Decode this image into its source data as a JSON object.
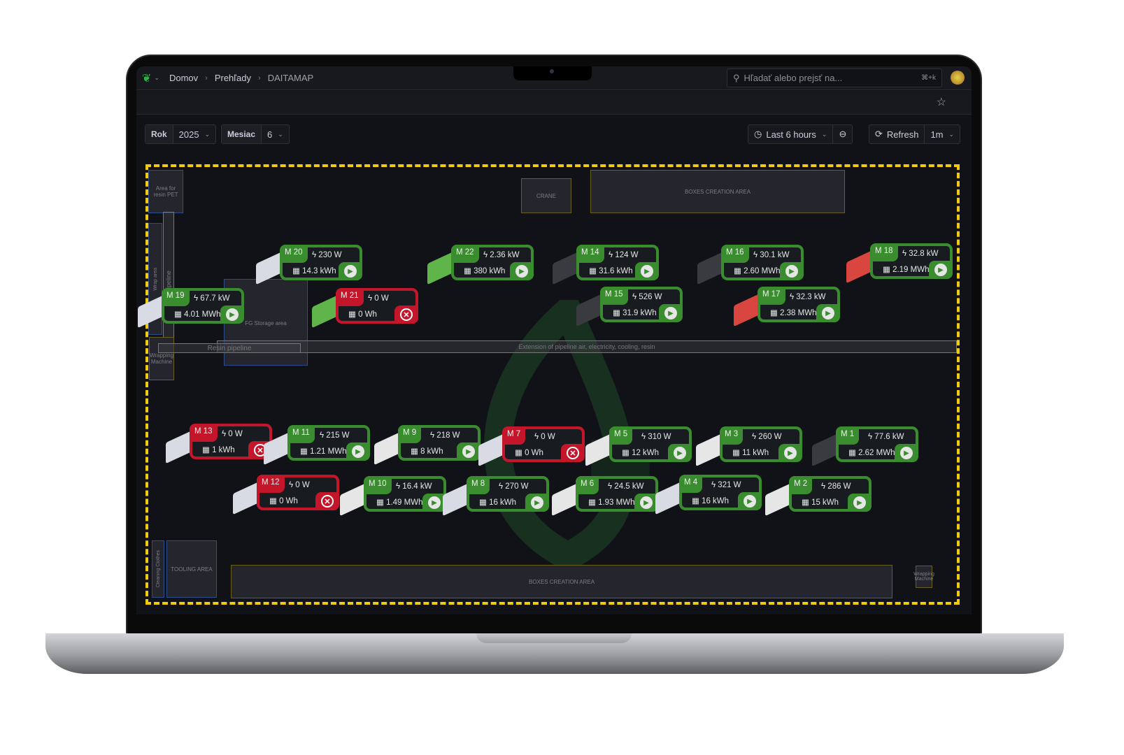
{
  "topbar": {
    "breadcrumb": [
      "Domov",
      "Prehľady",
      "DAITAMAP"
    ],
    "search_placeholder": "Hľadať alebo prejsť na...",
    "search_shortcut": "⌘+k"
  },
  "controls": {
    "year_label": "Rok",
    "year_value": "2025",
    "month_label": "Mesiac",
    "month_value": "6",
    "time_range": "Last 6 hours",
    "refresh_label": "Refresh",
    "refresh_interval": "1m"
  },
  "zones": {
    "resin_area": "Area for resin PET",
    "wrap_area": "Wrap area",
    "pipeline": "pipeline",
    "wrapping_machine": "Wrapping Machine",
    "fg_storage": "FG Storage area",
    "resin_pipeline": "Resin pipeline",
    "extension": "Extension of pipeline air, electricity, cooling, resin",
    "crane": "CRANE",
    "boxes_top": "BOXES CREATION AREA",
    "boxes_bottom": "BOXES CREATION AREA",
    "cleaning": "Cleaning Clothes",
    "tooling": "TOOLING AREA",
    "wrapping_machine_right": "Wrapping Machine"
  },
  "colors": {
    "running": "#3a8d2f",
    "stopped": "#c4162a",
    "map_border": "#f2cc0c"
  },
  "machines": [
    {
      "name": "M 20",
      "power": "230 W",
      "energy": "14.3 kWh",
      "status": "running"
    },
    {
      "name": "M 19",
      "power": "67.7 kW",
      "energy": "4.01 MWh",
      "status": "running"
    },
    {
      "name": "M 21",
      "power": "0 W",
      "energy": "0 Wh",
      "status": "stopped"
    },
    {
      "name": "M 22",
      "power": "2.36 kW",
      "energy": "380 kWh",
      "status": "running"
    },
    {
      "name": "M 14",
      "power": "124 W",
      "energy": "31.6 kWh",
      "status": "running"
    },
    {
      "name": "M 15",
      "power": "526 W",
      "energy": "31.9 kWh",
      "status": "running"
    },
    {
      "name": "M 16",
      "power": "30.1 kW",
      "energy": "2.60 MWh",
      "status": "running"
    },
    {
      "name": "M 17",
      "power": "32.3 kW",
      "energy": "2.38 MWh",
      "status": "running"
    },
    {
      "name": "M 18",
      "power": "32.8 kW",
      "energy": "2.19 MWh",
      "status": "running"
    },
    {
      "name": "M 13",
      "power": "0 W",
      "energy": "1 kWh",
      "status": "stopped"
    },
    {
      "name": "M 11",
      "power": "215 W",
      "energy": "1.21 MWh",
      "status": "running"
    },
    {
      "name": "M 9",
      "power": "218 W",
      "energy": "8 kWh",
      "status": "running"
    },
    {
      "name": "M 7",
      "power": "0 W",
      "energy": "0 Wh",
      "status": "stopped"
    },
    {
      "name": "M 5",
      "power": "310 W",
      "energy": "12 kWh",
      "status": "running"
    },
    {
      "name": "M 3",
      "power": "260 W",
      "energy": "11 kWh",
      "status": "running"
    },
    {
      "name": "M 1",
      "power": "77.6 kW",
      "energy": "2.62 MWh",
      "status": "running"
    },
    {
      "name": "M 12",
      "power": "0 W",
      "energy": "0 Wh",
      "status": "stopped"
    },
    {
      "name": "M 10",
      "power": "16.4 kW",
      "energy": "1.49 MWh",
      "status": "running"
    },
    {
      "name": "M 8",
      "power": "270 W",
      "energy": "16 kWh",
      "status": "running"
    },
    {
      "name": "M 6",
      "power": "24.5 kW",
      "energy": "1.93 MWh",
      "status": "running"
    },
    {
      "name": "M 4",
      "power": "321 W",
      "energy": "16 kWh",
      "status": "running"
    },
    {
      "name": "M 2",
      "power": "286 W",
      "energy": "15 kWh",
      "status": "running"
    }
  ]
}
